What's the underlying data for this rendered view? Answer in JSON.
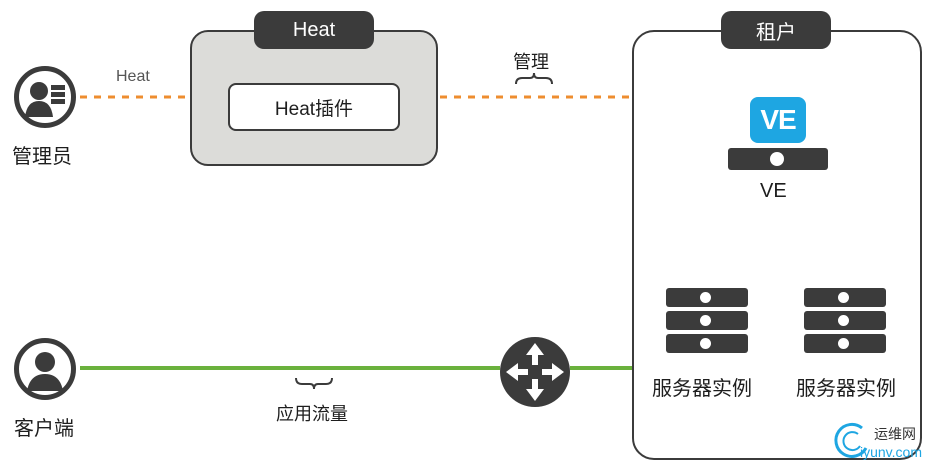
{
  "admin": {
    "label": "管理员",
    "icon": "admin-person-icon"
  },
  "client": {
    "label": "客户端",
    "icon": "client-person-icon"
  },
  "heat": {
    "title": "Heat",
    "plugin_label": "Heat插件"
  },
  "tenant": {
    "title": "租户"
  },
  "ve": {
    "badge": "VE",
    "label": "VE",
    "color": "#1ea6e2"
  },
  "servers": [
    {
      "label": "服务器实例"
    },
    {
      "label": "服务器实例"
    }
  ],
  "edges": {
    "admin_to_heat": {
      "label": "Heat",
      "color": "#ee8d2f",
      "style": "dashed"
    },
    "heat_to_tenant": {
      "label": "管理",
      "color": "#ee8d2f",
      "style": "dashed"
    },
    "client_to_tenant": {
      "label": "应用流量",
      "color": "#6ab13d",
      "style": "solid"
    }
  },
  "watermark": {
    "text": "运维网",
    "domain": "iyunv.com"
  }
}
